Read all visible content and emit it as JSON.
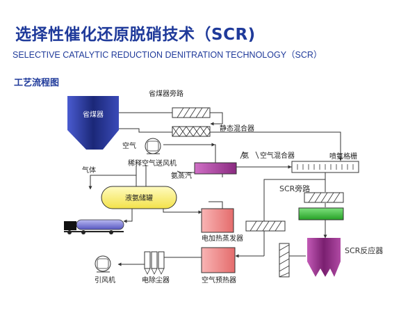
{
  "header": {
    "title_cn": "选择性催化还原脱硝技术（SCR)",
    "title_en": "SELECTIVE CATALYTIC REDUCTION DENITRATION TECHNOLOGY（SCR）",
    "section": "工艺流程图"
  },
  "diagram": {
    "labels": {
      "economizer": "省煤器",
      "economizer_bypass": "省煤器旁路",
      "static_mixer": "静态混合器",
      "air": "空气",
      "dilution_fan": "稀释空气送风机",
      "ammonia": "氨",
      "air_mixer": "空气混合器",
      "ammonia_grid": "喷氨格栅",
      "gas": "气体",
      "ammonia_vapor": "氨蒸汽",
      "liquid_ammonia_tank": "液氨储罐",
      "scr_bypass": "SCR旁路",
      "electric_evaporator": "电加热蒸发器",
      "scr_reactor": "SCR反应器",
      "induced_fan": "引风机",
      "esp": "电除尘器",
      "air_preheater": "空气预热器"
    },
    "colors": {
      "title": "#1f3a9a",
      "economizer": "#232f8c",
      "reactor": "#9a2e8c",
      "catalyst_green": "#3ec23e",
      "tank_yellow": "#fff27a",
      "mixer_purple": "#b23ea6",
      "pink": "#f59a9a",
      "truck_tank": "#7a7ad6"
    }
  }
}
